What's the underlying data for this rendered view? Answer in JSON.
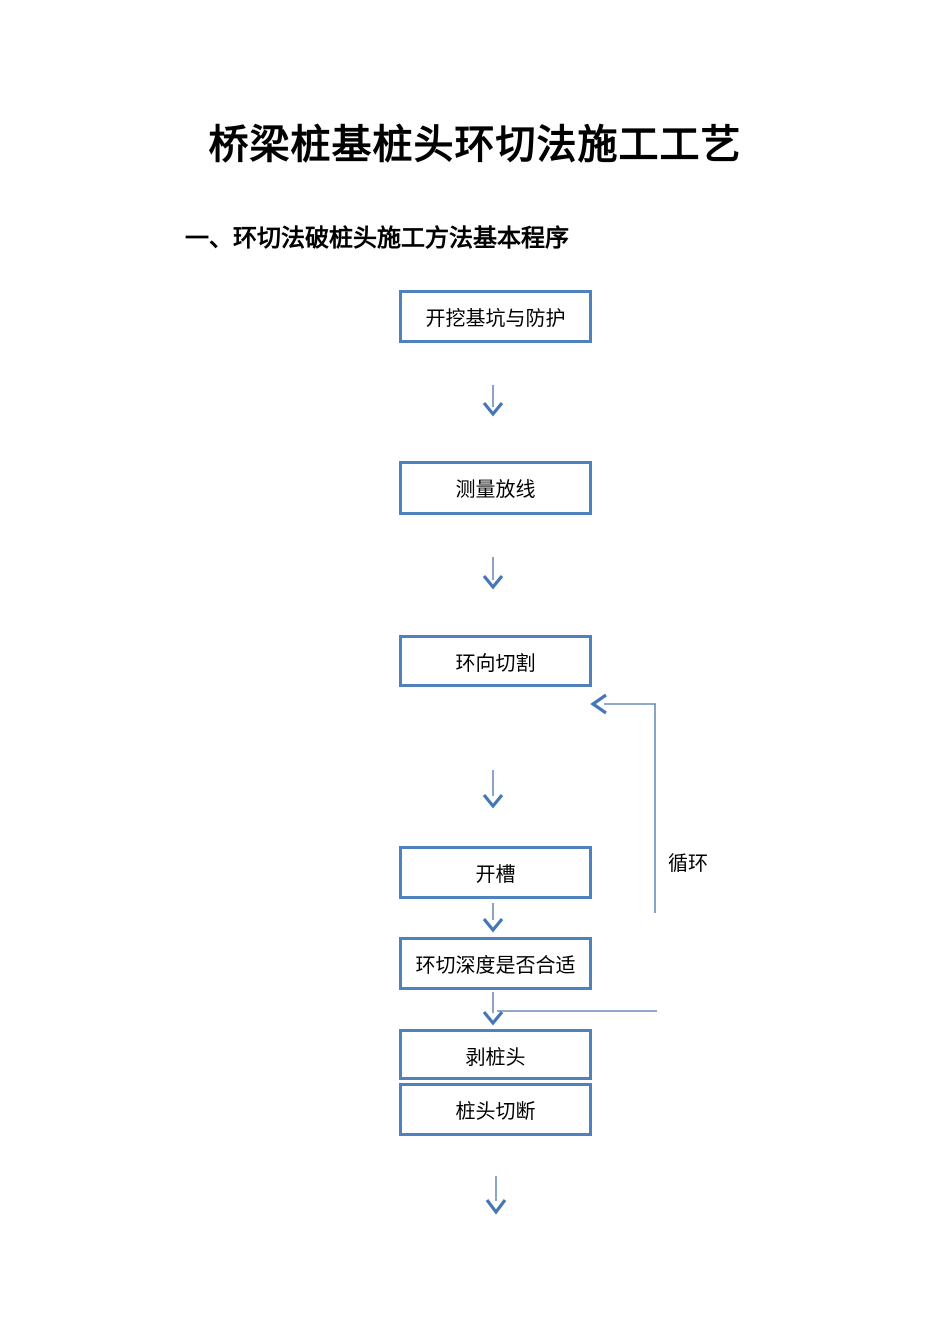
{
  "page": {
    "title": "桥梁桩基桩头环切法施工工艺",
    "section_heading": "一、环切法破桩头施工方法基本程序"
  },
  "flowchart": {
    "boxes": [
      {
        "label": "开挖基坑与防护"
      },
      {
        "label": "测量放线"
      },
      {
        "label": "环向切割"
      },
      {
        "label": "开槽"
      },
      {
        "label": "环切深度是否合适"
      },
      {
        "label": "剥桩头"
      },
      {
        "label": "桩头切断"
      }
    ],
    "loop_label": "循环",
    "colors": {
      "box_border": "#4f81bd",
      "connector_stem": "#6a8ebe",
      "arrowhead": "#4576b5",
      "text": "#000000",
      "background": "#ffffff"
    }
  }
}
